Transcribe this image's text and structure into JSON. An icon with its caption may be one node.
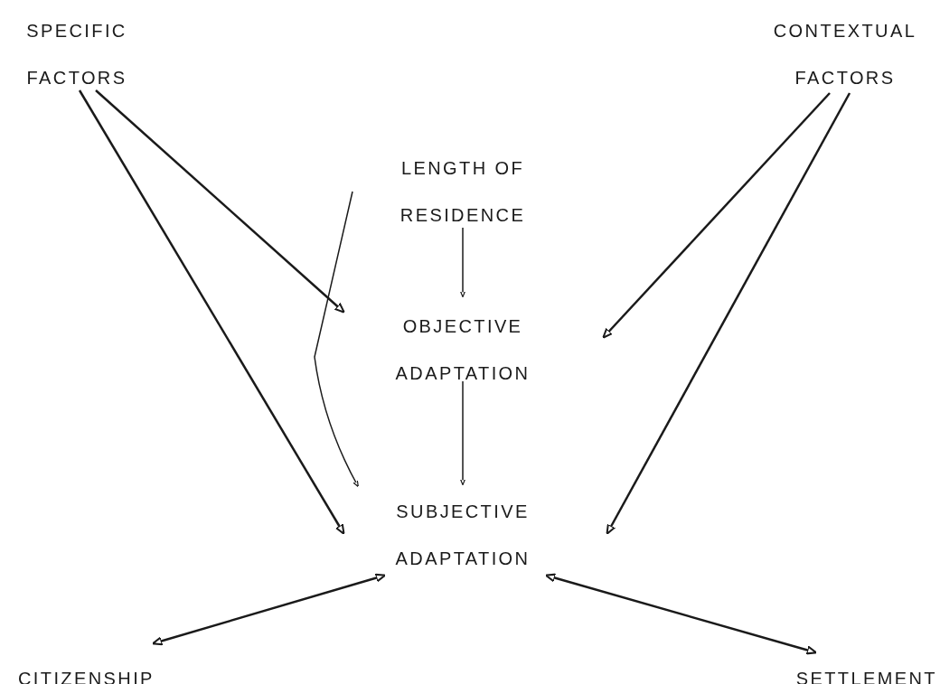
{
  "diagram": {
    "nodes": [
      {
        "text": [
          "SPECIFIC FACTORS"
        ]
      },
      {
        "text": [
          "CONTEXTUAL FACTORS"
        ]
      },
      {
        "text": [
          "LENGTH OF RESIDENCE"
        ]
      },
      {
        "text": [
          "OBJECTIVE ADAPTATION"
        ]
      },
      {
        "text": [
          "SUBJECTIVE ADAPTATION"
        ]
      },
      {
        "text": [
          "CITIZENSHIP"
        ]
      },
      {
        "text": [
          "SETTLEMENT"
        ]
      }
    ],
    "edges": [
      {
        "from": 0,
        "to": 3,
        "arrow": "to"
      },
      {
        "from": 0,
        "to": 4,
        "arrow": "to"
      },
      {
        "from": 1,
        "to": 3,
        "arrow": "to"
      },
      {
        "from": 1,
        "to": 4,
        "arrow": "to"
      },
      {
        "from": 2,
        "to": 3,
        "arrow": "to"
      },
      {
        "from": 2,
        "to": 4,
        "arrow": "to"
      },
      {
        "from": 3,
        "to": 4,
        "arrow": "to"
      },
      {
        "from": 4,
        "to": 5,
        "arrow": "both"
      },
      {
        "from": 4,
        "to": 6,
        "arrow": "both"
      }
    ]
  }
}
